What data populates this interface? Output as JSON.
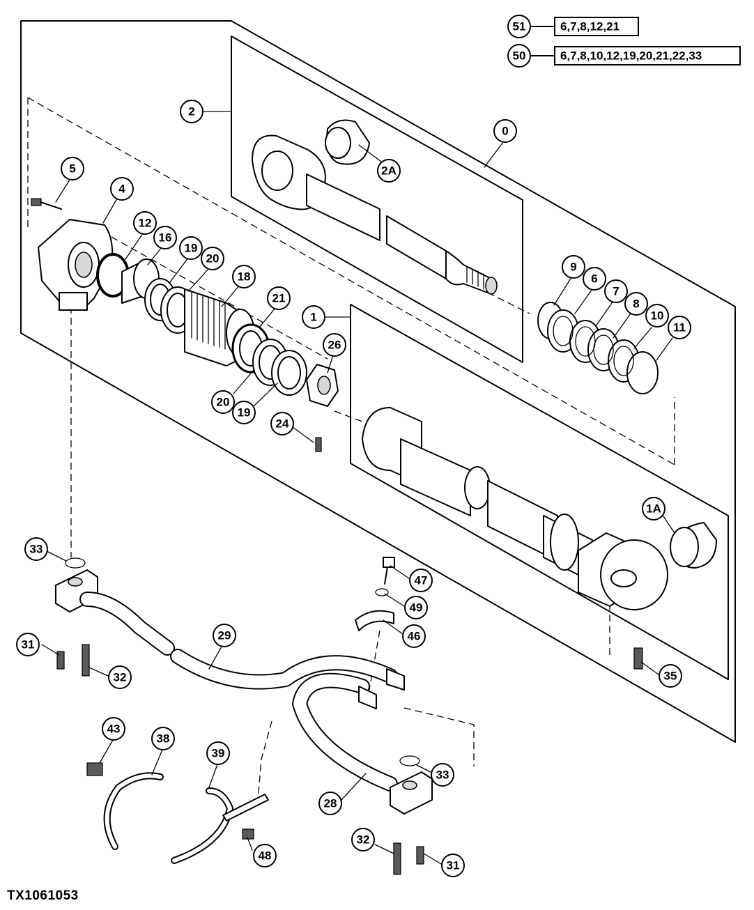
{
  "figure_id": "TX1061053",
  "kits": [
    {
      "callout": "51",
      "parts": "6,7,8,12,21"
    },
    {
      "callout": "50",
      "parts": "6,7,8,10,12,19,20,21,22,33"
    }
  ],
  "callouts": {
    "c0": "0",
    "c1": "1",
    "c1a": "1A",
    "c2": "2",
    "c2a": "2A",
    "c4": "4",
    "c5": "5",
    "c6": "6",
    "c7": "7",
    "c8": "8",
    "c9": "9",
    "c10": "10",
    "c11": "11",
    "c12": "12",
    "c16": "16",
    "c18": "18",
    "c19a": "19",
    "c19b": "19",
    "c20a": "20",
    "c20b": "20",
    "c21": "21",
    "c24": "24",
    "c26": "26",
    "c28": "28",
    "c29": "29",
    "c31a": "31",
    "c31b": "31",
    "c32a": "32",
    "c32b": "32",
    "c33a": "33",
    "c33b": "33",
    "c35": "35",
    "c38": "38",
    "c39": "39",
    "c43": "43",
    "c46": "46",
    "c47": "47",
    "c48": "48",
    "c49": "49"
  }
}
